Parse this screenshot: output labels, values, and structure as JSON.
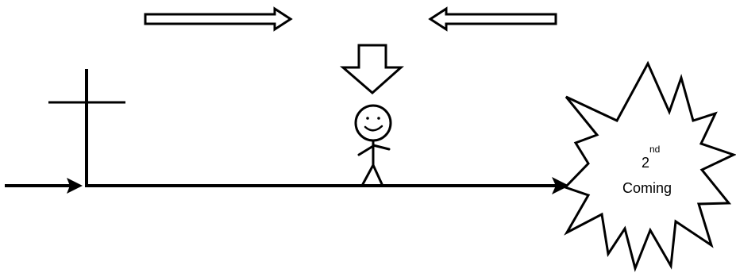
{
  "diagram": {
    "burst": {
      "ordinal_number": "2",
      "ordinal_suffix": "nd",
      "word": "Coming"
    }
  },
  "colors": {
    "ink": "#000000",
    "paper": "#ffffff"
  },
  "icons": [
    "hollow-right-arrow-icon",
    "hollow-left-arrow-icon",
    "hollow-down-arrow-icon",
    "cross-icon",
    "stick-figure-icon",
    "starburst-icon"
  ]
}
